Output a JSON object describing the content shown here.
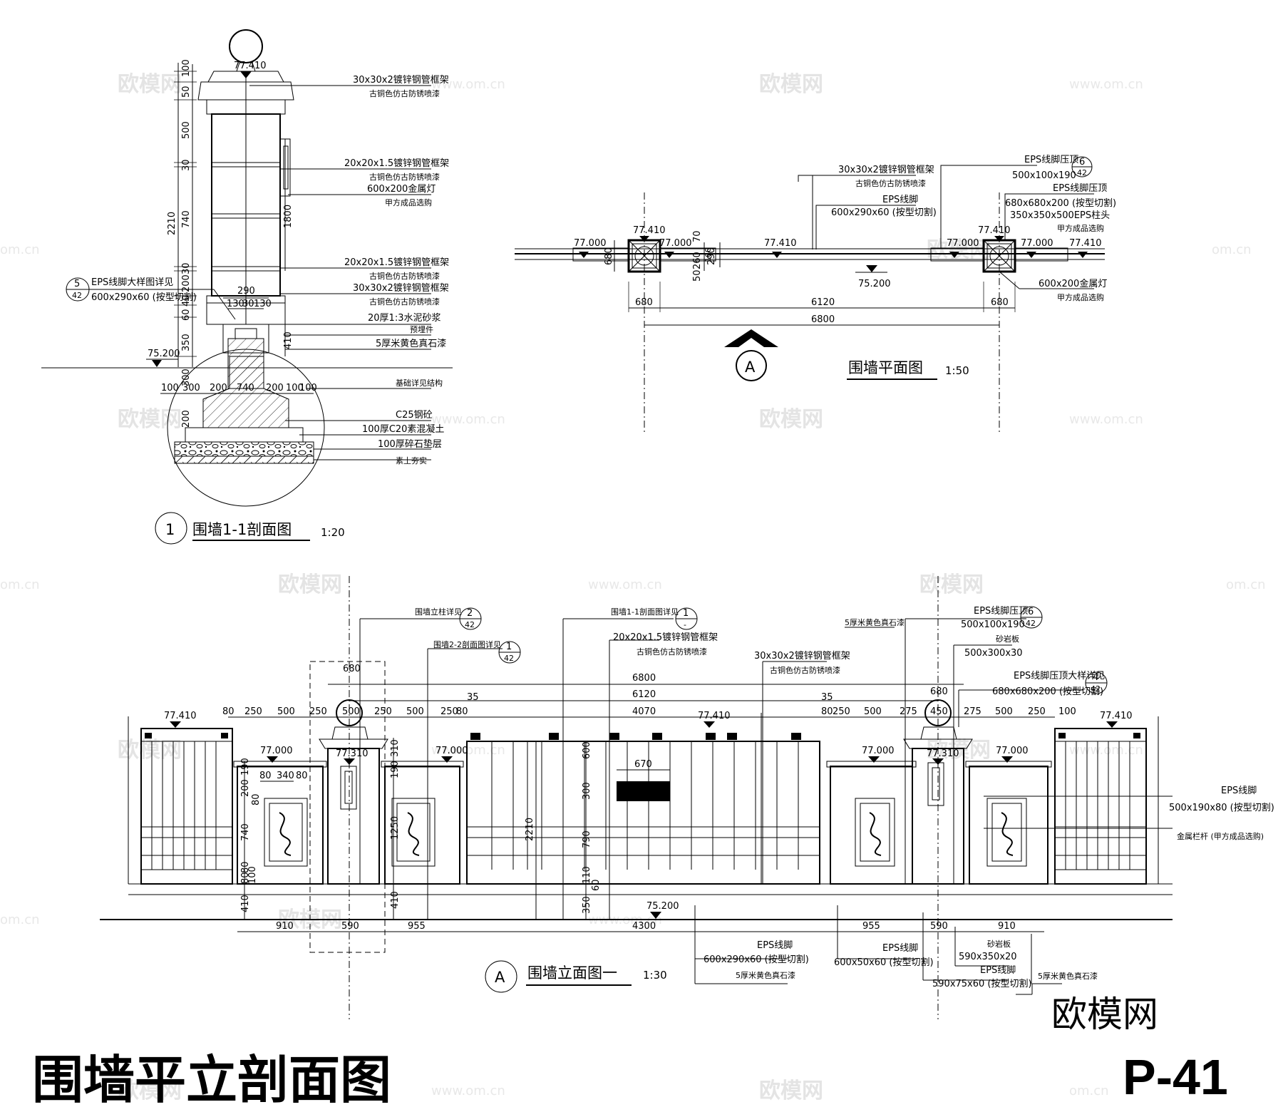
{
  "watermark": {
    "brand": "欧模网",
    "url": "www.om.cn",
    "url_cut": "om.cn"
  },
  "section": {
    "title": "围墙1-1剖面图",
    "scale": "1:20",
    "index": "1",
    "elev_top": "77.410",
    "elev_ground": "75.200",
    "left_dims": [
      "100",
      "50",
      "500",
      "30",
      "740",
      "30",
      "200",
      "40",
      "60",
      "350",
      "300",
      "200"
    ],
    "overall_dim": "2210",
    "lamp_dim": "1800",
    "right_dim": "410",
    "top_widths": [
      "290",
      "130",
      "30",
      "130"
    ],
    "base_widths": [
      "100",
      "300",
      "200",
      "740",
      "200",
      "100",
      "100"
    ],
    "ref": {
      "num": "5",
      "sheet": "42",
      "line1": "EPS线脚大样图详见",
      "line2": "600x290x60 (按型切割)"
    },
    "notes": [
      "30x30x2镀锌钢管框架",
      "古铜色仿古防锈喷漆",
      "20x20x1.5镀锌钢管框架",
      "古铜色仿古防锈喷漆",
      "600x200金属灯",
      "甲方成品选购",
      "20x20x1.5镀锌钢管框架",
      "古铜色仿古防锈喷漆",
      "30x30x2镀锌钢管框架",
      "古铜色仿古防锈喷漆",
      "20厚1:3水泥砂浆",
      "预埋件",
      "5厚米黄色真石漆",
      "基础详见结构",
      "C25钢砼",
      "100厚C20素混凝土",
      "100厚碎石垫层",
      "素土夯实"
    ]
  },
  "plan": {
    "title": "围墙平面图",
    "scale": "1:50",
    "section_mark": "A",
    "elevations": [
      "77.000",
      "77.410",
      "77.000",
      "77.410",
      "77.000",
      "77.410",
      "77.000",
      "77.410"
    ],
    "low_elev": "75.200",
    "dims_bottom": [
      "680",
      "6120",
      "680",
      "6800"
    ],
    "dims_vert": [
      "680",
      "70",
      "50",
      "260",
      "50",
      "290"
    ],
    "dims_vert_small": "160",
    "notes": [
      "30x30x2镀锌钢管框架",
      "古铜色仿古防锈喷漆",
      "EPS线脚",
      "600x290x60 (按型切割)",
      "EPS线脚压顶",
      "500x100x190",
      "EPS线脚压顶",
      "680x680x200 (按型切割)",
      "350x350x500EPS柱头",
      "甲方成品选购",
      "600x200金属灯",
      "甲方成品选购"
    ],
    "ref": {
      "num": "6",
      "sheet": "42"
    }
  },
  "elevation": {
    "title": "围墙立面图一",
    "scale": "1:30",
    "index": "A",
    "top_dims_total": [
      "6800",
      "6120",
      "4070"
    ],
    "top_dims_row": [
      "80",
      "250",
      "500",
      "250",
      "500",
      "250",
      "500",
      "250",
      "80",
      "35",
      "35",
      "80",
      "250",
      "500",
      "275",
      "450",
      "275",
      "500",
      "250",
      "100"
    ],
    "post_widths": [
      "680",
      "680"
    ],
    "elevations": [
      "77.410",
      "77.000",
      "77.310",
      "77.000",
      "77.410",
      "77.000",
      "77.310",
      "77.000",
      "77.410"
    ],
    "ground": "75.200",
    "bottom_dims": [
      "910",
      "590",
      "955",
      "4300",
      "955",
      "590",
      "910"
    ],
    "left_vert": [
      "190",
      "200",
      "80",
      "740",
      "80",
      "80",
      "100",
      "410"
    ],
    "panel_dims": [
      "80",
      "340",
      "80"
    ],
    "post_vert": [
      "310",
      "190",
      "1250",
      "410"
    ],
    "gate_vert": [
      "600",
      "300",
      "790",
      "110",
      "60",
      "350"
    ],
    "gate_overall": "2210",
    "plaque_w": "670",
    "refs": [
      {
        "label": "围墙立柱详见",
        "num": "2",
        "sheet": "42"
      },
      {
        "label": "围墙2-2剖面图详见",
        "num": "1",
        "sheet": "42"
      },
      {
        "label": "围墙1-1剖面图详见",
        "num": "1",
        "sheet": "-"
      },
      {
        "label": "EPS线脚压顶",
        "num": "6",
        "sheet": "42"
      },
      {
        "label": "EPS线脚压顶大样详见",
        "num": "4",
        "sheet": "42"
      }
    ],
    "notes_top": [
      "20x20x1.5镀锌钢管框架",
      "古铜色仿古防锈喷漆",
      "30x30x2镀锌钢管框架",
      "古铜色仿古防锈喷漆",
      "5厚米黄色真石漆",
      "500x100x190",
      "砂岩板",
      "500x300x30",
      "680x680x200 (按型切割)"
    ],
    "notes_right": [
      "EPS线脚",
      "500x190x80 (按型切割)",
      "金属栏杆 (甲方成品选购)"
    ],
    "notes_bottom": [
      "EPS线脚",
      "600x290x60 (按型切割)",
      "5厚米黄色真石漆",
      "EPS线脚",
      "600x50x60 (按型切割)",
      "砂岩板",
      "590x350x20",
      "EPS线脚",
      "590x75x60 (按型切割)",
      "5厚米黄色真石漆"
    ]
  },
  "sheet": {
    "title": "围墙平立剖面图",
    "page": "P-41",
    "brand": "欧模网"
  }
}
